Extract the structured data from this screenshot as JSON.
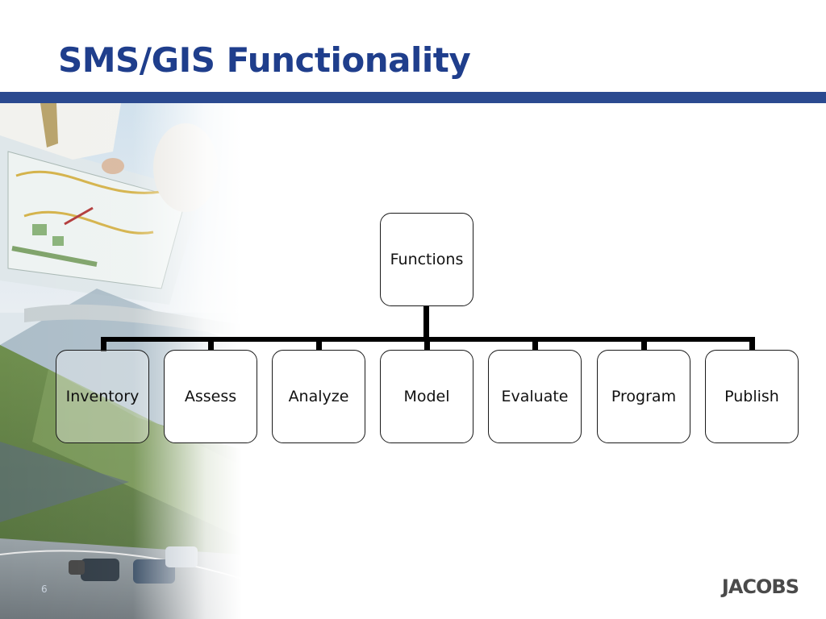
{
  "slide": {
    "title": "SMS/GIS Functionality",
    "page_number": "6",
    "logo_text": "JACOBS"
  },
  "colors": {
    "title": "#1f3e8c",
    "rule": "#2b4a90"
  },
  "org_chart": {
    "root": "Functions",
    "children": [
      "Inventory",
      "Assess",
      "Analyze",
      "Model",
      "Evaluate",
      "Program",
      "Publish"
    ]
  }
}
